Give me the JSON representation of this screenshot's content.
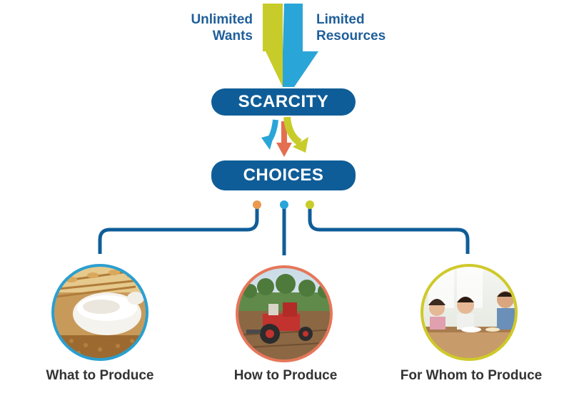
{
  "inputs": {
    "left": "Unlimited\nWants",
    "right": "Limited\nResources"
  },
  "nodes": {
    "scarcity": "SCARCITY",
    "choices": "CHOICES"
  },
  "outcomes": [
    {
      "label": "What to Produce",
      "ring_color": "#2a9fd0",
      "picture": "bowl-of-flour-and-wheat"
    },
    {
      "label": "How to Produce",
      "ring_color": "#e5775a",
      "picture": "tractor-in-field"
    },
    {
      "label": "For Whom to Produce",
      "ring_color": "#cfc92a",
      "picture": "family-at-dinner-table"
    }
  ],
  "colors": {
    "navy": "#0f5d98",
    "lime": "#c8cc2a",
    "cyan": "#2aa5d8",
    "orange": "#e46f50",
    "text": "#1f5f9a"
  }
}
